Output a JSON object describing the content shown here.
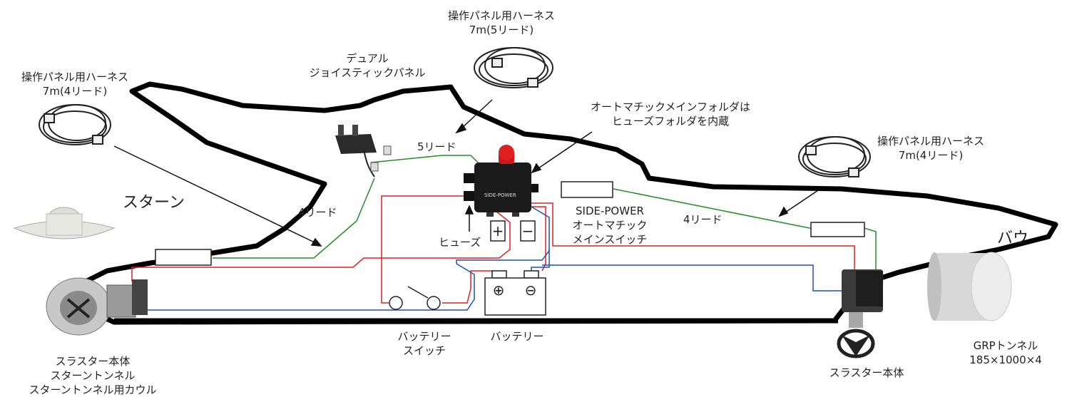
{
  "labels": {
    "harness_top": [
      "操作パネル用ハーネス",
      "7m(5リード)"
    ],
    "harness_left": [
      "操作パネル用ハーネス",
      "7m(4リード)"
    ],
    "harness_right": [
      "操作パネル用ハーネス",
      "7m(4リード)"
    ],
    "dual_joystick": [
      "デュアル",
      "ジョイスティックパネル"
    ],
    "auto_holder": [
      "オートマチックメインフォルダは",
      "ヒューズフォルダを内蔵"
    ],
    "stern": "スターン",
    "bow": "バウ",
    "lead5": "5リード",
    "lead4_left": "4リード",
    "lead4_right": "4リード",
    "fuse": "ヒューズ",
    "main_switch": [
      "SIDE-POWER",
      "オートマチック",
      "メインスイッチ"
    ],
    "battery_switch": [
      "バッテリー",
      "スイッチ"
    ],
    "battery": "バッテリー",
    "thruster_stern": [
      "スラスター本体",
      "スターントンネル",
      "スターントンネル用カウル"
    ],
    "thruster_bow": "スラスター本体",
    "grp_tunnel": [
      "GRPトンネル",
      "185×1000×4"
    ],
    "switch_brand": "SIDE-POWER",
    "plus": "+",
    "minus": "−",
    "plus_circle": "⊕",
    "minus_circle": "⊖"
  },
  "colors": {
    "hull": "#000000",
    "positive_wire": "#e02020",
    "negative_wire": "#2050b0",
    "control_wire": "#2a8a2a",
    "label": "#222222"
  }
}
